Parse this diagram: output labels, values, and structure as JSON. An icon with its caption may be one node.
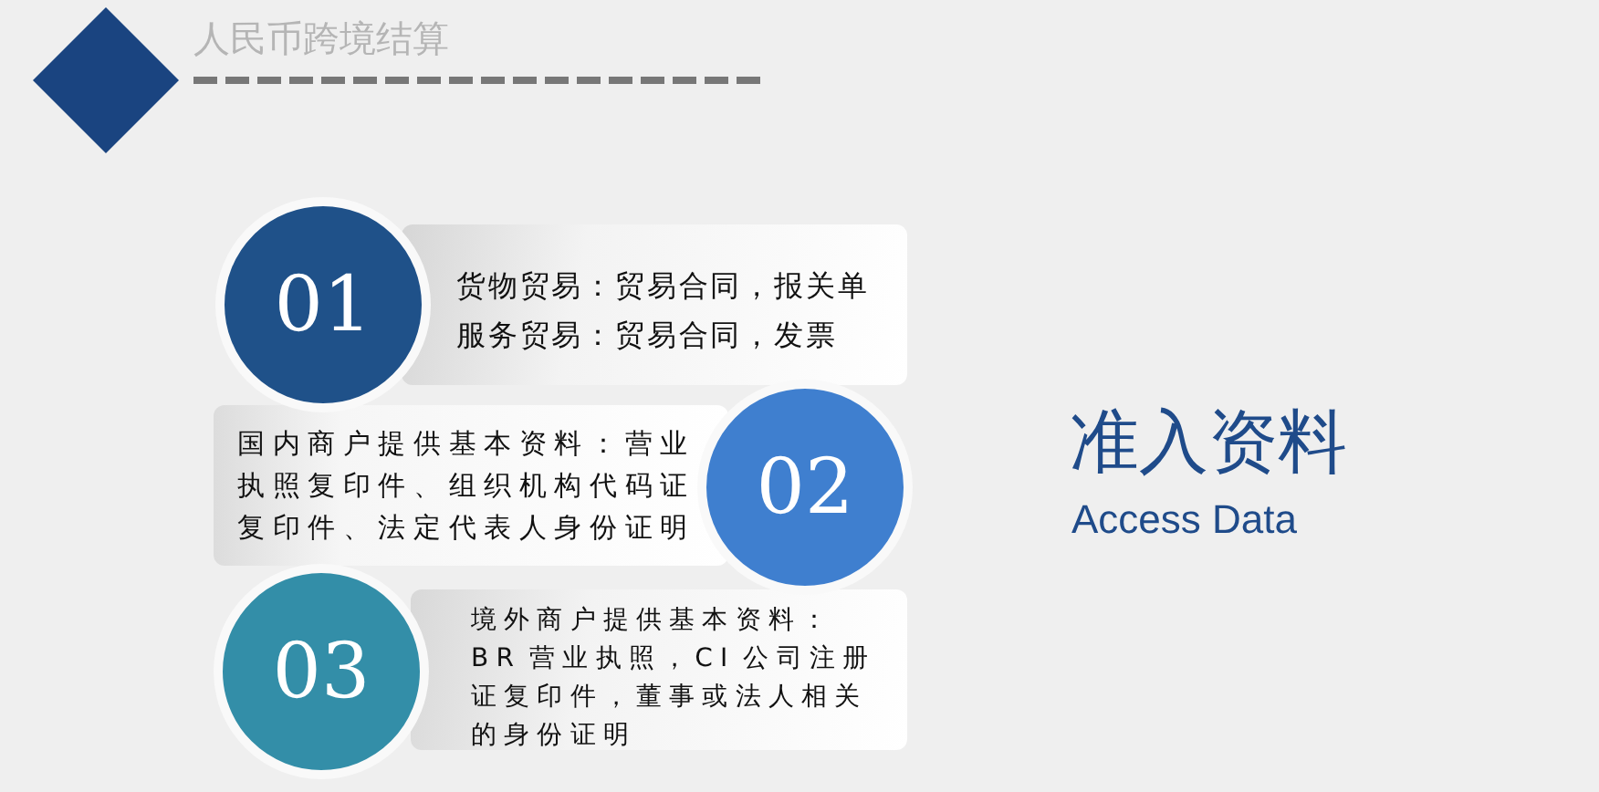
{
  "diagram": {
    "title": "人民币跨境结算",
    "nodes": [
      {
        "text": [
          "01"
        ]
      },
      {
        "text": [
          "货物贸易：贸易合同，报关单",
          "服务贸易：贸易合同，发票"
        ]
      },
      {
        "text": [
          "国内商户提供基本资料：营业执照复印件、组织机构代码证复印件、法定代表人身份证明"
        ]
      },
      {
        "text": [
          "02"
        ]
      },
      {
        "text": [
          "03"
        ]
      },
      {
        "text": [
          "境外商户提供基本资料：BR 营业执照，CI 公司注册证复印件，董事或法人相关的身份证明"
        ]
      }
    ],
    "labels": [
      "准入资料",
      "Access Data"
    ]
  }
}
